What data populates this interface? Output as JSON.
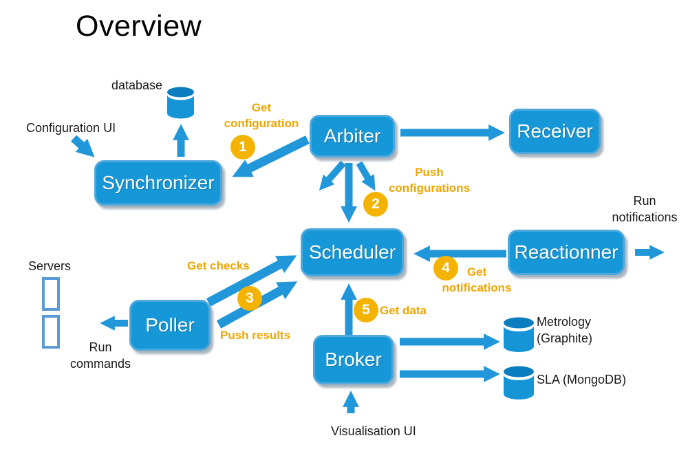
{
  "title": "Overview",
  "colors": {
    "node_fill": "#1697D7",
    "node_border": "#4FA8DC",
    "arrow_blue": "#2196D9",
    "badge_orange": "#F3B300",
    "flow_label_orange": "#F0A500",
    "server_outline_blue": "#5B9BD5",
    "cylinder_body": "#1695D6",
    "cylinder_lid": "#0A7DBE",
    "text_black": "#1a1a1a"
  },
  "nodes": {
    "synchronizer": "Synchronizer",
    "arbiter": "Arbiter",
    "receiver": "Receiver",
    "scheduler": "Scheduler",
    "reactionner": "Reactionner",
    "poller": "Poller",
    "broker": "Broker"
  },
  "datastores": {
    "config_db": "database",
    "metrology": "Metrology (Graphite)",
    "sla": "SLA (MongoDB)"
  },
  "externals": {
    "configuration_ui": "Configuration UI",
    "servers": "Servers",
    "run_commands": "Run commands",
    "run_notifications": "Run notifications",
    "visualisation_ui": "Visualisation UI"
  },
  "steps": [
    {
      "number": "1",
      "label": "Get configuration"
    },
    {
      "number": "2",
      "label": "Push configurations"
    },
    {
      "number": "3",
      "labels": [
        "Get checks",
        "Push results"
      ]
    },
    {
      "number": "4",
      "label": "Get notifications"
    },
    {
      "number": "5",
      "label": "Get data"
    }
  ]
}
